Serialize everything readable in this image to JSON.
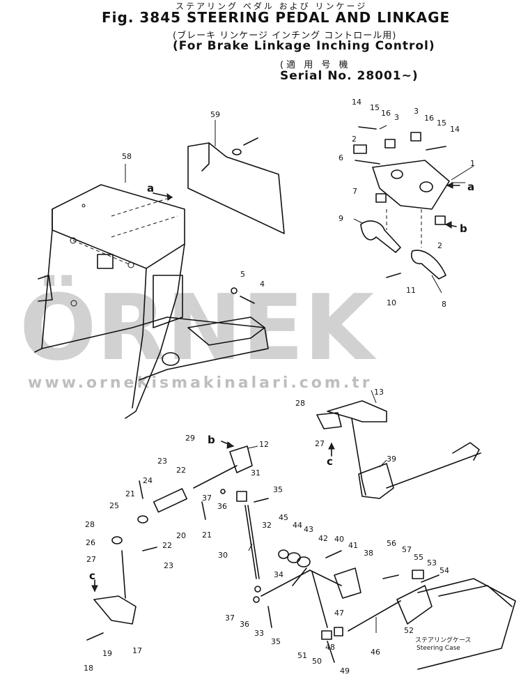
{
  "header": {
    "jp_title": "ステアリング ペダル および リンケージ",
    "title": "Fig. 3845 STEERING PEDAL AND LINKAGE",
    "jp_subtitle": "(ブレーキ リンケージ インチング コントロール用)",
    "subtitle": "(For Brake Linkage Inching Control)",
    "jp_applicable": "(適 用 号 機",
    "serial": "Serial No. 28001~)"
  },
  "watermark": {
    "brand": "ÖRNEK",
    "url": "www.orneKismakinalari.com.tr"
  },
  "arrow_labels": [
    "a",
    "a",
    "b",
    "b",
    "c",
    "c"
  ],
  "parts": [
    "1",
    "2",
    "2",
    "3",
    "3",
    "4",
    "5",
    "6",
    "7",
    "8",
    "9",
    "10",
    "11",
    "12",
    "13",
    "14",
    "14",
    "15",
    "15",
    "16",
    "16",
    "17",
    "18",
    "19",
    "20",
    "21",
    "21",
    "22",
    "22",
    "23",
    "23",
    "24",
    "25",
    "26",
    "27",
    "27",
    "28",
    "28",
    "29",
    "30",
    "31",
    "32",
    "33",
    "34",
    "35",
    "35",
    "36",
    "36",
    "37",
    "37",
    "38",
    "39",
    "40",
    "41",
    "42",
    "43",
    "44",
    "45",
    "46",
    "47",
    "48",
    "49",
    "50",
    "51",
    "52",
    "53",
    "54",
    "55",
    "56",
    "57",
    "58",
    "59"
  ],
  "annotation": {
    "jp": "ステアリングケース",
    "en": "Steering Case"
  },
  "colors": {
    "ink": "#111111",
    "watermark": "#9a9a9a",
    "background": "#ffffff"
  }
}
